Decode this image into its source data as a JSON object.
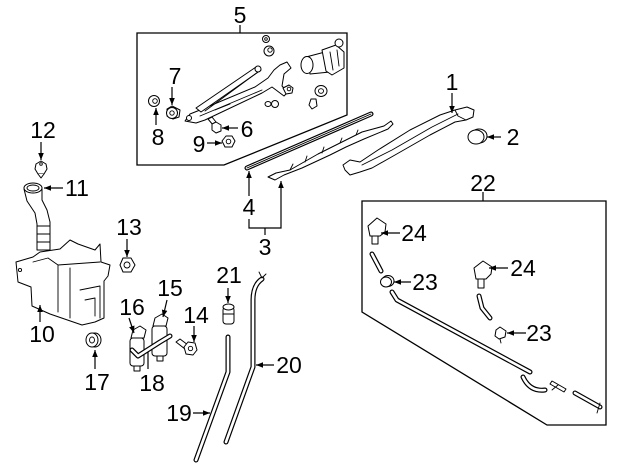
{
  "page": {
    "background": "#ffffff",
    "line_color": "#000000"
  },
  "diagram": {
    "callouts": [
      {
        "number": "1"
      },
      {
        "number": "2"
      },
      {
        "number": "3"
      },
      {
        "number": "4"
      },
      {
        "number": "5"
      },
      {
        "number": "6"
      },
      {
        "number": "7"
      },
      {
        "number": "8"
      },
      {
        "number": "9"
      },
      {
        "number": "10"
      },
      {
        "number": "11"
      },
      {
        "number": "12"
      },
      {
        "number": "13"
      },
      {
        "number": "14"
      },
      {
        "number": "15"
      },
      {
        "number": "16"
      },
      {
        "number": "17"
      },
      {
        "number": "18"
      },
      {
        "number": "19"
      },
      {
        "number": "20"
      },
      {
        "number": "21"
      },
      {
        "number": "22"
      },
      {
        "number": "23"
      },
      {
        "number": "23"
      },
      {
        "number": "24"
      },
      {
        "number": "24"
      }
    ]
  }
}
